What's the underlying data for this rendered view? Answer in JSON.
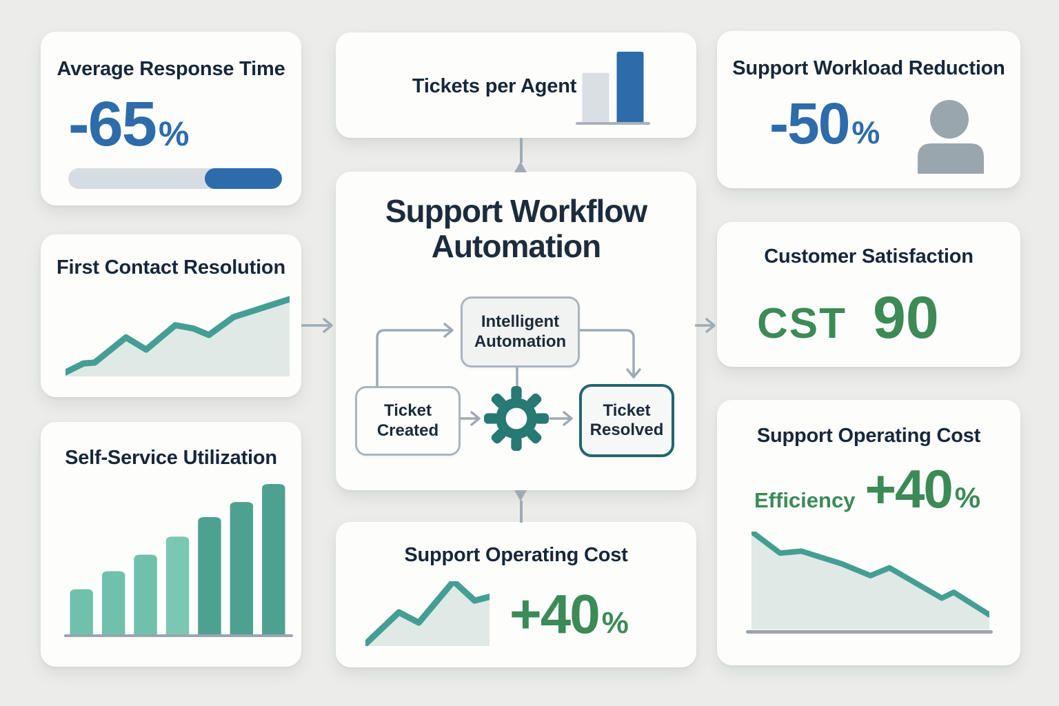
{
  "colors": {
    "background": "#ecedea",
    "card": "#fdfdfc",
    "navy": "#1b2a3a",
    "blue": "#2e6bab",
    "green": "#3c8a56",
    "teal_line": "#449e94",
    "teal_area": "#dfe9e6",
    "gear_teal": "#277973",
    "bar_light_teal": "#6fc1ab",
    "bar_dark_teal": "#4da28d",
    "icon_gray": "#99a6ad",
    "connector_gray": "#9dabb4",
    "progress_track": "#d6dde2",
    "box_border": "#a9b5bd",
    "resolved_border": "#21666d"
  },
  "cards": {
    "avg_response": {
      "title": "Average Response Time",
      "value": "-65",
      "unit": "%"
    },
    "first_contact": {
      "title": "First Contact Resolution"
    },
    "self_service": {
      "title": "Self-Service Utilization"
    },
    "tickets_per_agent": {
      "title": "Tickets per Agent"
    },
    "workflow": {
      "title_line1": "Support Workflow",
      "title_line2": "Automation",
      "nodes": {
        "created": {
          "line1": "Ticket",
          "line2": "Created"
        },
        "automation": {
          "line1": "Intelligent",
          "line2": "Automation"
        },
        "resolved": {
          "line1": "Ticket",
          "line2": "Resolved"
        }
      }
    },
    "operating_cost_center": {
      "title": "Support Operating Cost",
      "value": "+40",
      "unit": "%"
    },
    "workload_reduction": {
      "title": "Support Workload Reduction",
      "value": "-50",
      "unit": "%"
    },
    "customer_satisfaction": {
      "title": "Customer Satisfaction",
      "label": "CST",
      "value": "90"
    },
    "operating_cost_right": {
      "title": "Support Operating Cost",
      "label": "Efficiency",
      "value": "+40",
      "unit": "%"
    }
  },
  "chart_data": [
    {
      "id": "response-progress",
      "type": "progress",
      "title": "Average Response Time",
      "fill_pct": 36,
      "track_color": "#d6dde2",
      "fill_color": "#2e6bab",
      "note": "bar filled from the right edge"
    },
    {
      "id": "first-contact",
      "type": "area",
      "title": "First Contact Resolution",
      "points": [
        [
          0,
          5
        ],
        [
          8,
          16
        ],
        [
          13,
          17
        ],
        [
          27,
          48
        ],
        [
          36,
          33
        ],
        [
          49,
          63
        ],
        [
          57,
          59
        ],
        [
          64,
          51
        ],
        [
          75,
          73
        ],
        [
          100,
          95
        ]
      ],
      "stroke": "#449e94",
      "fill": "#dfe9e6",
      "stroke_width": 9
    },
    {
      "id": "self-service",
      "type": "bar",
      "title": "Self-Service Utilization",
      "values": [
        30,
        42,
        53,
        65,
        78,
        88,
        100
      ],
      "colors": [
        "#6fc1ab",
        "#6fc1ab",
        "#6fc1ab",
        "#7cc7b2",
        "#4da28d",
        "#4da28d",
        "#4da28d"
      ],
      "bar_ratio": 0.72,
      "corner": 3
    },
    {
      "id": "tickets-agent",
      "type": "bar",
      "title": "Tickets per Agent",
      "values": [
        70,
        100
      ],
      "colors": [
        "#d9dfe3",
        "#2e6bab"
      ],
      "bar_ratio": 0.78,
      "corner": 3
    },
    {
      "id": "cost-center",
      "type": "area",
      "title": "Support Operating Cost trend (center card)",
      "points": [
        [
          0,
          3
        ],
        [
          27,
          52
        ],
        [
          43,
          36
        ],
        [
          71,
          100
        ],
        [
          88,
          70
        ],
        [
          100,
          76
        ]
      ],
      "stroke": "#449e94",
      "fill": "#dfe9e6",
      "stroke_width": 9
    },
    {
      "id": "cost-right",
      "type": "area",
      "title": "Support Operating Cost declining trend (right card)",
      "points": [
        [
          0,
          100
        ],
        [
          12,
          78
        ],
        [
          21,
          80
        ],
        [
          38,
          67
        ],
        [
          50,
          55
        ],
        [
          58,
          63
        ],
        [
          80,
          32
        ],
        [
          85,
          38
        ],
        [
          100,
          15
        ]
      ],
      "stroke": "#449e94",
      "fill": "#dfe9e6",
      "stroke_width": 8
    }
  ]
}
